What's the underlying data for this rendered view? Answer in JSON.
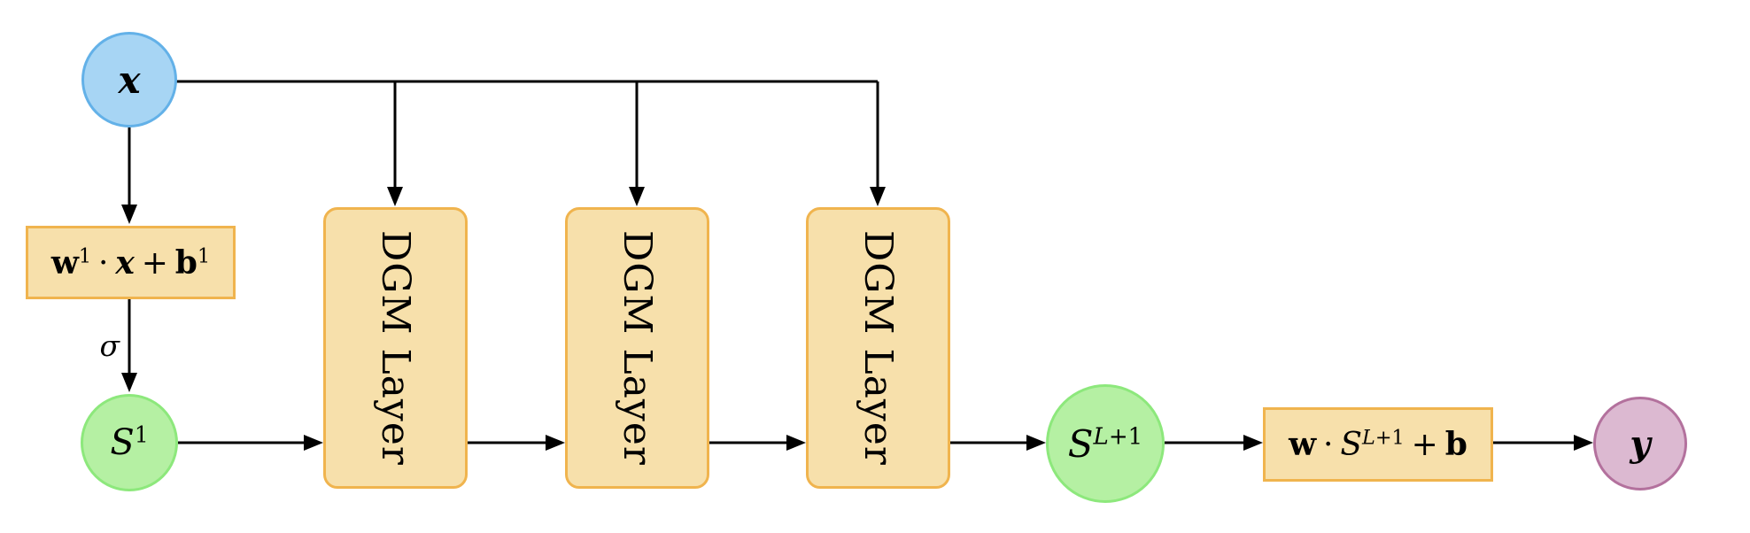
{
  "colors": {
    "canvas-bg": "#ffffff",
    "line": "#000000",
    "input-fill": "#a7d5f4",
    "input-stroke": "#63b1e8",
    "state-fill": "#b5f0a3",
    "state-stroke": "#8de87c",
    "layer-fill": "#f7e0ab",
    "layer-stroke": "#f0b44e",
    "output-fill": "#dcb9d1",
    "output-stroke": "#b3719d"
  },
  "nodes": {
    "input": {
      "label": "x"
    },
    "affine_in": {
      "w": "w",
      "w_sup": "1",
      "dot": "·",
      "x": "x",
      "plus": "+",
      "b": "b",
      "b_sup": "1"
    },
    "activation": {
      "label": "σ"
    },
    "s1": {
      "base": "S",
      "sup": "1"
    },
    "dgm_layers": [
      {
        "label": "DGM Layer"
      },
      {
        "label": "DGM Layer"
      },
      {
        "label": "DGM Layer"
      }
    ],
    "s_final": {
      "base": "S",
      "sup_italic": "L",
      "sup_plain": "+1"
    },
    "affine_out": {
      "w": "w",
      "dot": "·",
      "s": "S",
      "sup_italic": "L",
      "sup_plain": "+1",
      "plus": "+",
      "b": "b"
    },
    "output": {
      "label": "y"
    }
  }
}
